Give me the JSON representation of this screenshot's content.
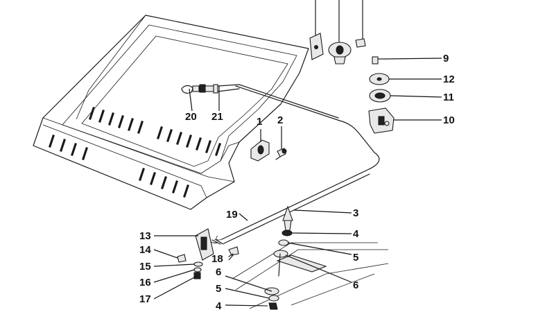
{
  "callouts": {
    "c1": "1",
    "c2": "2",
    "c3": "3",
    "c4a": "4",
    "c4b": "4",
    "c5a": "5",
    "c5b": "5",
    "c6a": "6",
    "c6b": "6",
    "c9": "9",
    "c10": "10",
    "c11": "11",
    "c12": "12",
    "c13": "13",
    "c14": "14",
    "c15": "15",
    "c16": "16",
    "c17": "17",
    "c18": "18",
    "c19": "19",
    "c20": "20",
    "c21": "21"
  }
}
